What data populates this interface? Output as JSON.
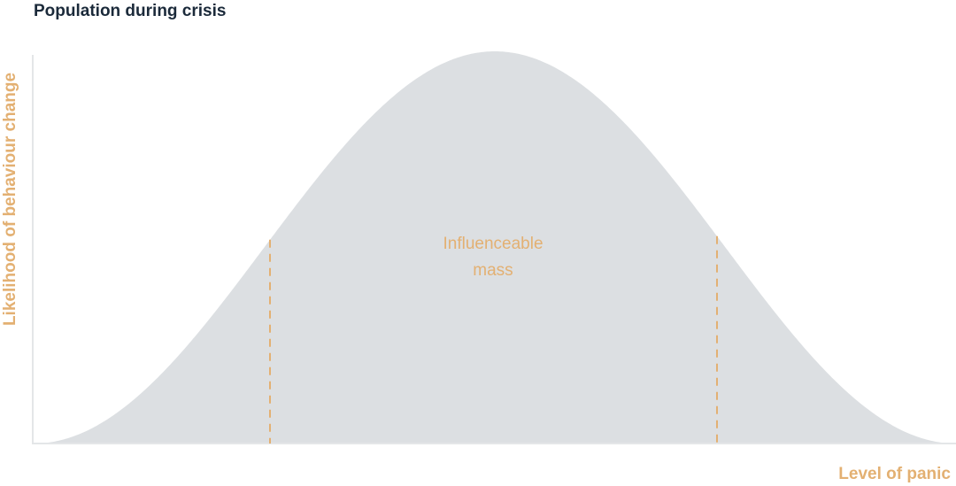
{
  "title": "Population during crisis",
  "axes": {
    "y_label": "Likelihood of behaviour change",
    "x_label": "Level of panic"
  },
  "annotation": {
    "line1": "Influenceable",
    "line2": "mass"
  },
  "colors": {
    "curve_fill": "#dcdfe2",
    "axis": "#e4e6e8",
    "accent": "#e3b072",
    "title": "#1b2a3a"
  }
}
